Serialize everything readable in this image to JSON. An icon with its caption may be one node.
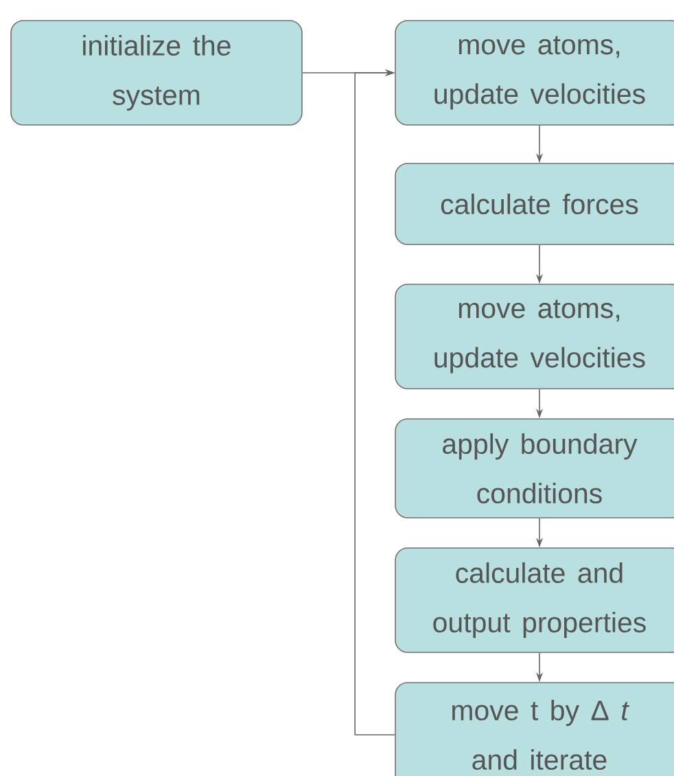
{
  "diagram": {
    "nodes": [
      {
        "text": [
          "initialize the system"
        ]
      },
      {
        "text": [
          "move atoms, update velocities"
        ]
      },
      {
        "text": [
          "calculate forces"
        ]
      },
      {
        "text": [
          "move atoms, update velocities"
        ]
      },
      {
        "text": [
          "apply boundary conditions"
        ]
      },
      {
        "text": [
          "calculate and output properties"
        ]
      },
      {
        "text": [
          "move t by Δ *t* and iterate"
        ]
      }
    ],
    "edges": [
      {
        "from": 0,
        "to": 1,
        "arrow": "to"
      },
      {
        "from": 1,
        "to": 2,
        "arrow": "to"
      },
      {
        "from": 2,
        "to": 3,
        "arrow": "to"
      },
      {
        "from": 3,
        "to": 4,
        "arrow": "to"
      },
      {
        "from": 4,
        "to": 5,
        "arrow": "to"
      },
      {
        "from": 5,
        "to": 6,
        "arrow": "to"
      },
      {
        "from": 6,
        "to": 1,
        "arrow": "to"
      }
    ]
  }
}
